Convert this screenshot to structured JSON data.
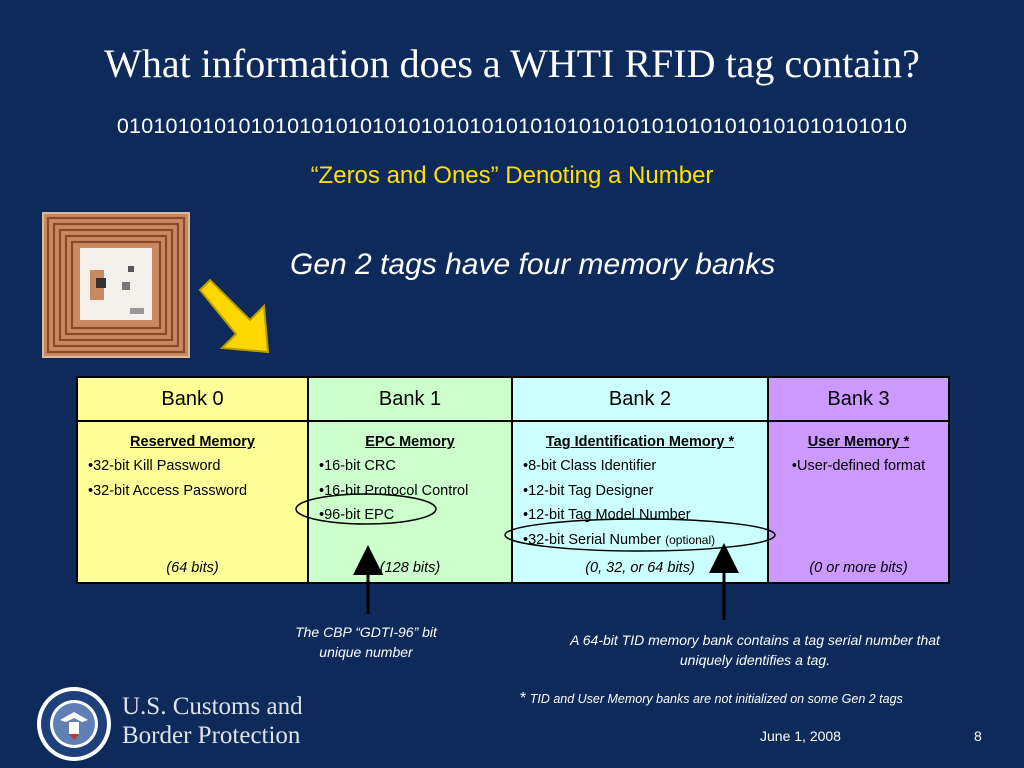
{
  "slide": {
    "title": "What information does a WHTI RFID tag contain?",
    "binary": "01010101010101010101010101010101010101010101010101010101010101010",
    "subtitle": "“Zeros and Ones” Denoting a Number",
    "banks_heading": "Gen 2 tags have four memory banks"
  },
  "table": {
    "headers": [
      "Bank 0",
      "Bank 1",
      "Bank 2",
      "Bank 3"
    ],
    "banks": [
      {
        "name": "Reserved Memory",
        "items": [
          "•32-bit Kill Password",
          "•32-bit Access Password"
        ],
        "bits": "(64 bits)"
      },
      {
        "name": "EPC Memory",
        "items": [
          "•16-bit CRC",
          "•16-bit Protocol Control",
          "•96-bit EPC"
        ],
        "bits": "(128 bits)"
      },
      {
        "name": "Tag Identification Memory *",
        "items": [
          "•8-bit Class Identifier",
          "•12-bit Tag Designer",
          "•12-bit Tag Model Number",
          "•32-bit Serial Number"
        ],
        "optional": "(optional)",
        "bits": "(0, 32, or 64 bits)"
      },
      {
        "name": "User Memory *",
        "items": [
          "•User-defined format"
        ],
        "bits": "(0 or more bits)"
      }
    ],
    "colors": [
      "#ffff99",
      "#ccffcc",
      "#ccffff",
      "#cc99ff"
    ]
  },
  "annotations": {
    "epc_note_line1": "The CBP “GDTI-96” bit",
    "epc_note_line2": "unique number",
    "tid_note_line1": "A 64-bit TID memory bank contains a tag serial number that",
    "tid_note_line2": "uniquely identifies a tag.",
    "footnote_star": "*",
    "footnote": " TID and User Memory banks are not initialized on some Gen 2 tags"
  },
  "footer": {
    "agency_line1": "U.S. Customs and",
    "agency_line2": "Border Protection",
    "date": "June 1, 2008",
    "page": "8"
  },
  "icons": {
    "tag": "rfid-tag-icon",
    "arrow": "arrow-down-right-icon",
    "seal": "dhs-seal-icon"
  },
  "theme": {
    "background": "#0e2a5a",
    "accent": "#ffe000",
    "arrow": "#ffd700"
  }
}
